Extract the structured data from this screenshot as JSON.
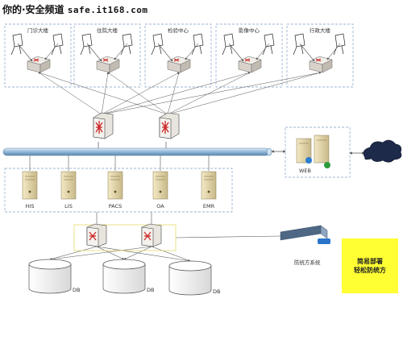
{
  "header": {
    "prefix": "你的·安全频道",
    "site": "safe.it168.com"
  },
  "buildings": [
    "门诊大楼",
    "住院大楼",
    "检验中心",
    "影像中心",
    "行政大楼"
  ],
  "servers": [
    "HIS",
    "LIS",
    "PACS",
    "OA",
    "EMR"
  ],
  "web_label": "WEB",
  "system_label": "防统方系统",
  "db_label": "DB",
  "callout_text": "简易部署\n轻松防统方",
  "colors": {
    "backbone": "#8fb7d8",
    "group_border": "#7f9fc8",
    "callout_bg": "#ffff33",
    "switch_red": "#cc2222"
  }
}
